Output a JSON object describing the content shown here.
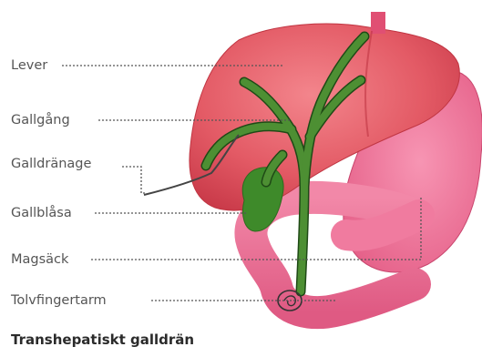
{
  "labels": {
    "lever": "Lever",
    "gallgang": "Gallgång",
    "galldranage": "Galldränage",
    "gallblasa": "Gallblåsa",
    "magsack": "Magsäck",
    "tolvfingertarm": "Tolvfingertarm"
  },
  "caption": "Transhepatiskt galldrän",
  "colors": {
    "liver": "#e0545f",
    "liver_highlight": "#f07d84",
    "stomach": "#f0759a",
    "bile_duct": "#3d7a2a",
    "gallbladder": "#3e8a2a",
    "leader_line": "#555555",
    "drain_tube": "#444444"
  }
}
